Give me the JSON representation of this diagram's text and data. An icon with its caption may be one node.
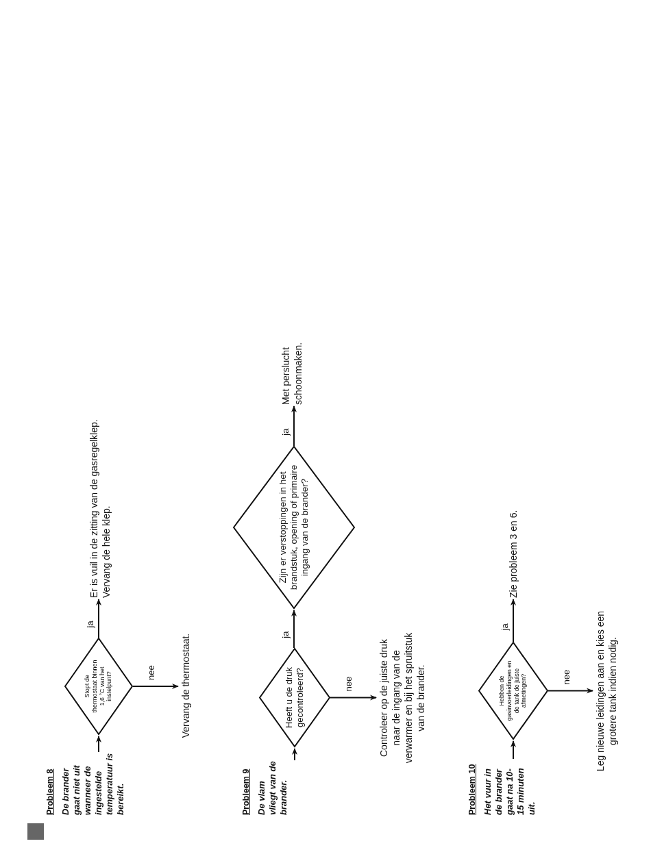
{
  "diagram": {
    "nodes": [
      {
        "text": [
          "Probleem 8",
          "De brander gaat niet uit wanneer de ingestelde temperatuur is bereikt."
        ]
      },
      {
        "text": [
          "Stopt de thermostaat binnen 1,6 °C van het instelpunt?"
        ]
      },
      {
        "text": [
          "Er is vuil in de zitting van de gasregelklep. Vervang de hele klep."
        ]
      },
      {
        "text": [
          "Vervang de thermostaat."
        ]
      },
      {
        "text": [
          "Probleem 9",
          "De vlam vliegt van de brander."
        ]
      },
      {
        "text": [
          "Heeft u de druk gecontroleerd?"
        ]
      },
      {
        "text": [
          "Zijn er verstoppingen in het brandstuk, opening of primaire ingang van de brander?"
        ]
      },
      {
        "text": [
          "Met perslucht schoonmaken."
        ]
      },
      {
        "text": [
          "Controleer op de juiste druk naar de ingang van de verwarmer en bij het spruitstuk van de brander."
        ]
      },
      {
        "text": [
          "Probleem 10",
          "Het vuur in de brander gaat na 10-15 minuten uit."
        ]
      },
      {
        "text": [
          "Hebben de gasinvoerleidingen en de tank de juiste afmetingen?"
        ]
      },
      {
        "text": [
          "Zie probleem 3 en 6."
        ]
      },
      {
        "text": [
          "Leg nieuwe leidingen aan en kies een grotere tank indien nodig."
        ]
      }
    ],
    "edges": [
      {
        "from": 0,
        "to": 1,
        "arrow": "to"
      },
      {
        "from": 1,
        "to": 2,
        "arrow": "to",
        "label": "ja"
      },
      {
        "from": 1,
        "to": 3,
        "arrow": "to",
        "label": "nee"
      },
      {
        "from": 4,
        "to": 5,
        "arrow": "to"
      },
      {
        "from": 5,
        "to": 6,
        "arrow": "to",
        "label": "ja"
      },
      {
        "from": 6,
        "to": 7,
        "arrow": "to",
        "label": "ja"
      },
      {
        "from": 5,
        "to": 8,
        "arrow": "to",
        "label": "nee"
      },
      {
        "from": 9,
        "to": 10,
        "arrow": "to"
      },
      {
        "from": 10,
        "to": 11,
        "arrow": "to",
        "label": "ja"
      },
      {
        "from": 10,
        "to": 12,
        "arrow": "to",
        "label": "nee"
      }
    ]
  }
}
